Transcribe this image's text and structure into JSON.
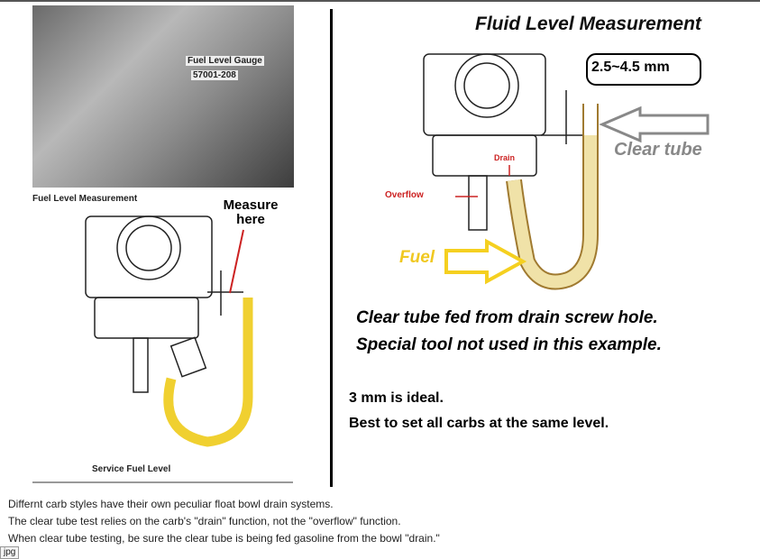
{
  "left_panel": {
    "photo_label_1": "Fuel Level Gauge",
    "photo_label_2": "57001-208",
    "diagram_title": "Fuel Level Measurement",
    "measure_label": "Measure here",
    "caption": "Service Fuel Level"
  },
  "right_panel": {
    "title": "Fluid Level Measurement",
    "range": "2.5~4.5 mm",
    "clear_tube": "Clear tube",
    "drain": "Drain",
    "overflow": "Overflow",
    "fuel": "Fuel",
    "note_1": "Clear tube fed from drain screw hole.",
    "note_2": "Special tool not used in this example.",
    "ideal": "3 mm is ideal.",
    "advice": "Best to set all carbs at the same level."
  },
  "colors": {
    "tube": "#f0e2a8",
    "fuel_arrow": "#f5d020",
    "red": "#cc2222"
  },
  "page_text": [
    "Differnt carb styles have their own peculiar float bowl drain systems.",
    "The clear tube test relies on the carb's \"drain\" function, not the \"overflow\" function.",
    "When clear tube testing, be sure the clear tube is being fed gasoline from the bowl \"drain.\""
  ],
  "tooltip": "jpg"
}
